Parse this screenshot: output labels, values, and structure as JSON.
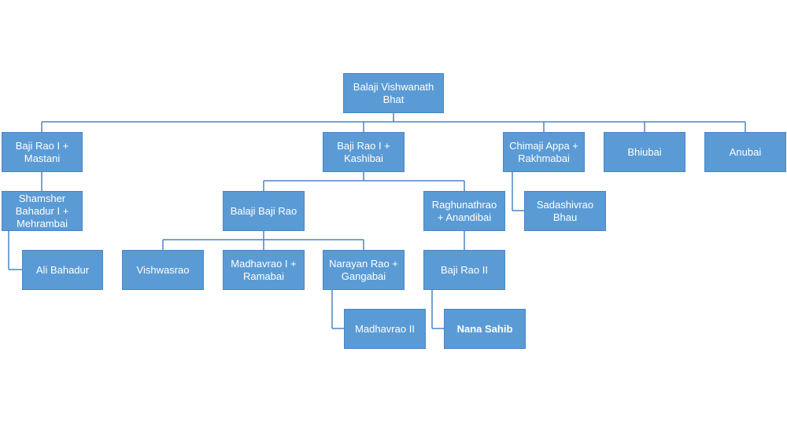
{
  "colors": {
    "node_fill": "#5b9bd5",
    "connector": "#4a86c5",
    "text": "#ffffff"
  },
  "nodes": {
    "balaji_vishwanath": "Balaji Vishwanath Bhat",
    "baji_rao_mastani": "Baji Rao I + Mastani",
    "baji_rao_kashibai": "Baji Rao I + Kashibai",
    "chimaji_appa": "Chimaji Appa + Rakhmabai",
    "bhiubai": "Bhiubai",
    "anubai": "Anubai",
    "shamsher_bahadur": "Shamsher Bahadur I + Mehrambai",
    "ali_bahadur": "Ali Bahadur",
    "balaji_baji_rao": "Balaji Baji Rao",
    "raghunathrao": "Raghunathrao + Anandibai",
    "sadashivrao": "Sadashivrao Bhau",
    "vishwasrao": "Vishwasrao",
    "madhavrao_i": "Madhavrao I + Ramabai",
    "narayan_rao": "Narayan Rao + Gangabai",
    "baji_rao_ii": "Baji Rao II",
    "madhavrao_ii": "Madhavrao II",
    "nana_sahib": "Nana Sahib"
  }
}
